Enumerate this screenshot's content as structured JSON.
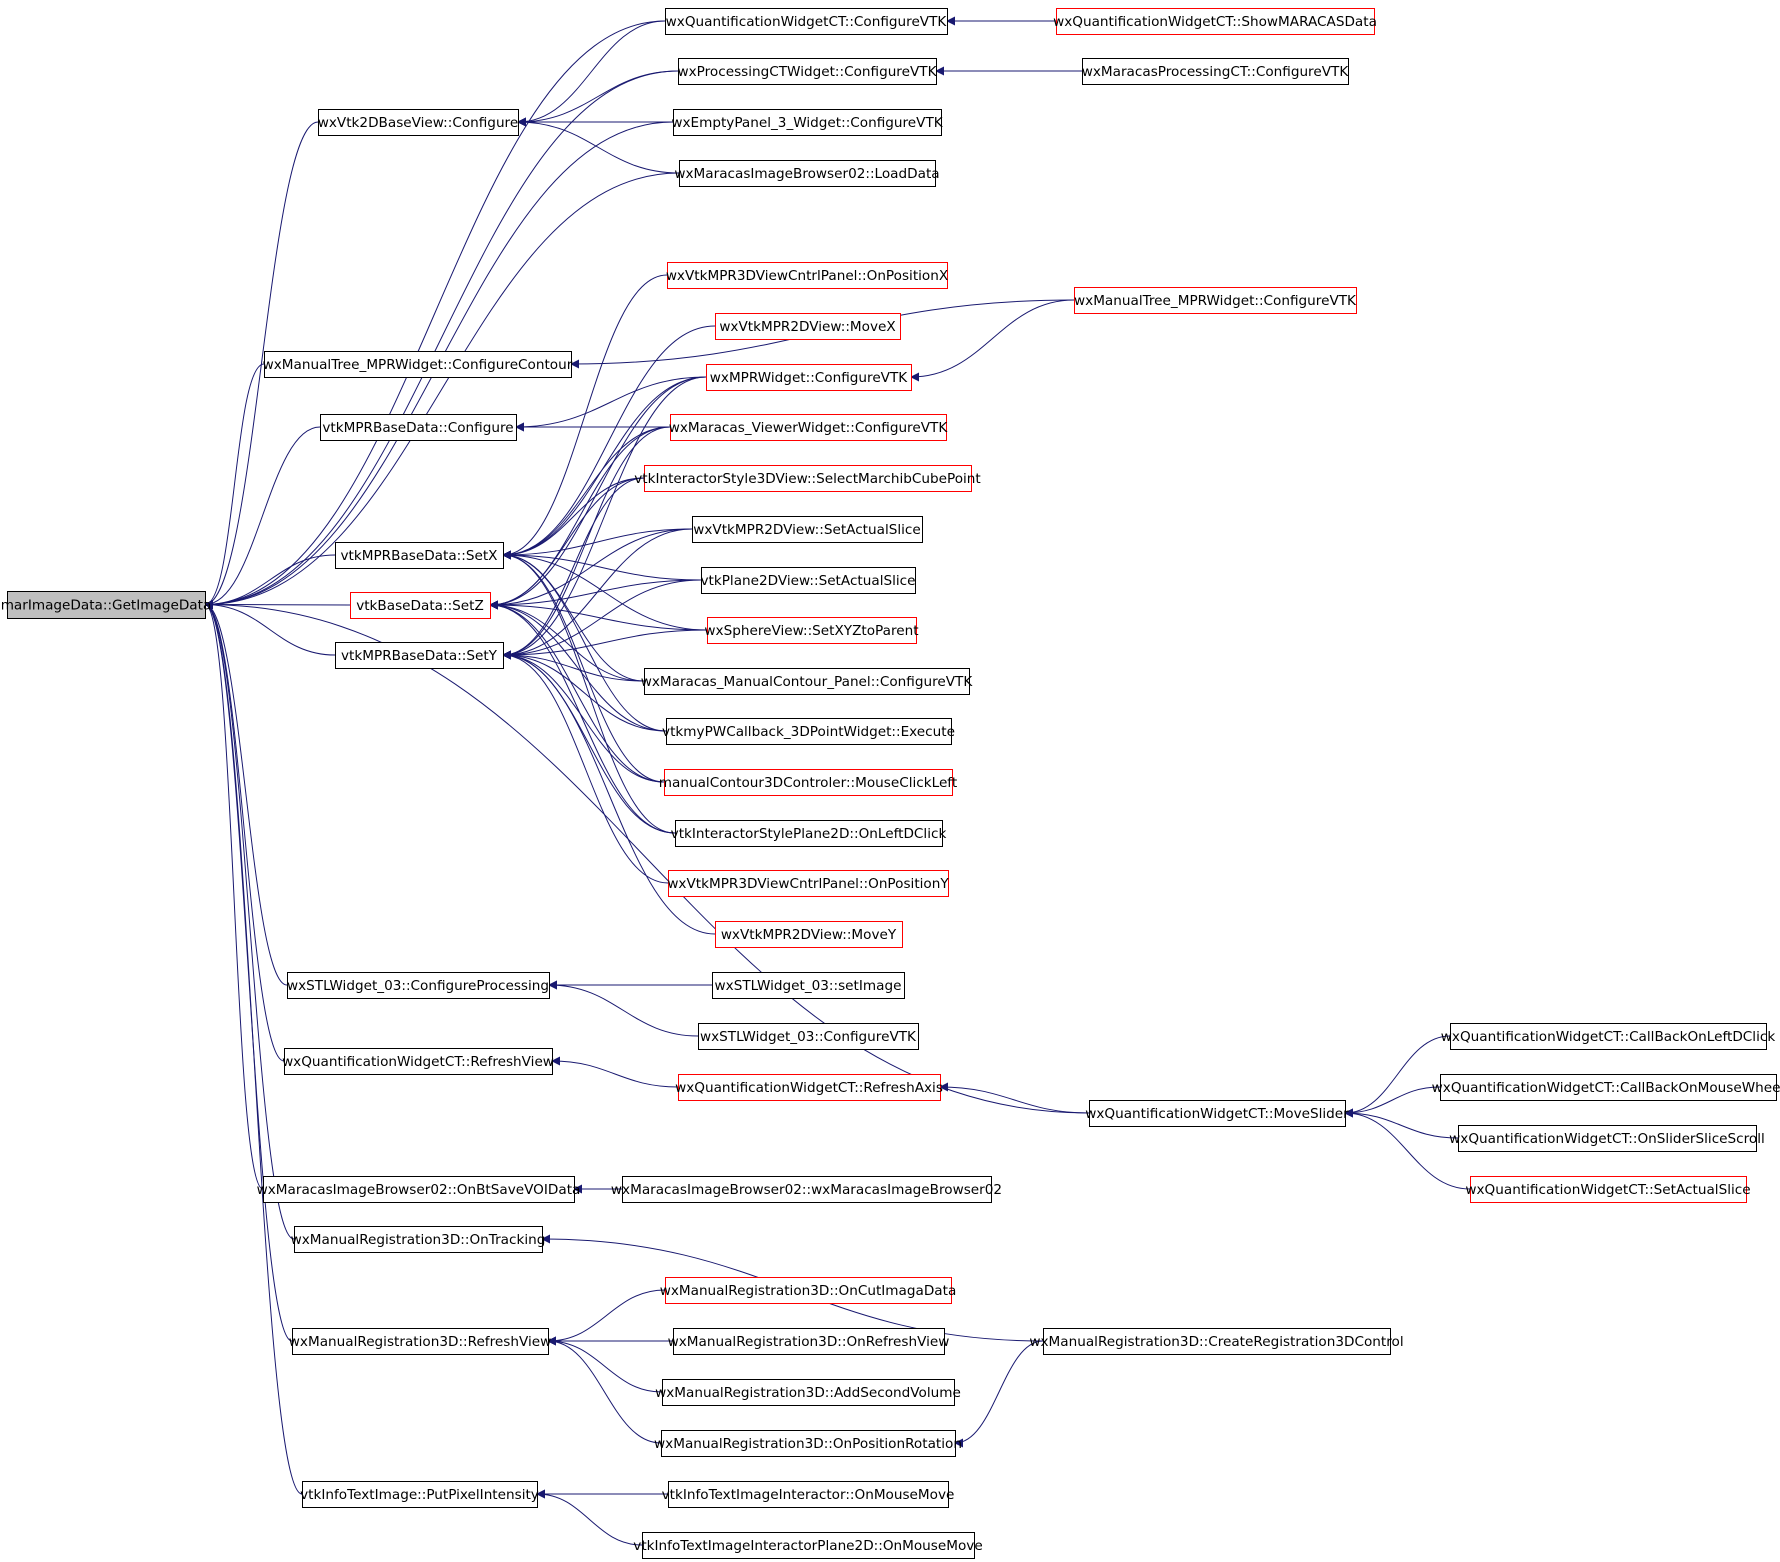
{
  "graph": {
    "colors": {
      "edge": "#191970",
      "normal_border": "#000000",
      "truncated_border": "#ff0000",
      "root_fill": "#bfbfbf",
      "node_fill": "#ffffff"
    },
    "nodes": [
      {
        "id": "n0",
        "label": "marImageData::GetImageData",
        "style": "root"
      },
      {
        "id": "n1",
        "label": "wxQuantificationWidgetCT::ConfigureVTK",
        "style": "normal"
      },
      {
        "id": "n2",
        "label": "wxQuantificationWidgetCT::ShowMARACASData",
        "style": "truncated"
      },
      {
        "id": "n3",
        "label": "wxProcessingCTWidget::ConfigureVTK",
        "style": "normal"
      },
      {
        "id": "n4",
        "label": "wxMaracasProcessingCT::ConfigureVTK",
        "style": "normal"
      },
      {
        "id": "n5",
        "label": "wxVtk2DBaseView::Configure",
        "style": "normal"
      },
      {
        "id": "n6",
        "label": "wxEmptyPanel_3_Widget::ConfigureVTK",
        "style": "normal"
      },
      {
        "id": "n7",
        "label": "wxMaracasImageBrowser02::LoadData",
        "style": "normal"
      },
      {
        "id": "n8",
        "label": "wxVtkMPR3DViewCntrlPanel::OnPositionX",
        "style": "truncated"
      },
      {
        "id": "n9",
        "label": "wxManualTree_MPRWidget::ConfigureVTK",
        "style": "truncated"
      },
      {
        "id": "n10",
        "label": "wxVtkMPR2DView::MoveX",
        "style": "truncated"
      },
      {
        "id": "n11",
        "label": "wxManualTree_MPRWidget::ConfigureContour",
        "style": "normal"
      },
      {
        "id": "n12",
        "label": "wxMPRWidget::ConfigureVTK",
        "style": "truncated"
      },
      {
        "id": "n13",
        "label": "vtkMPRBaseData::Configure",
        "style": "normal"
      },
      {
        "id": "n14",
        "label": "wxMaracas_ViewerWidget::ConfigureVTK",
        "style": "truncated"
      },
      {
        "id": "n15",
        "label": "vtkInteractorStyle3DView::SelectMarchibCubePoint",
        "style": "truncated"
      },
      {
        "id": "n16",
        "label": "vtkMPRBaseData::SetX",
        "style": "normal"
      },
      {
        "id": "n17",
        "label": "wxVtkMPR2DView::SetActualSlice",
        "style": "normal"
      },
      {
        "id": "n18",
        "label": "vtkPlane2DView::SetActualSlice",
        "style": "normal"
      },
      {
        "id": "n19",
        "label": "vtkBaseData::SetZ",
        "style": "truncated"
      },
      {
        "id": "n20",
        "label": "wxSphereView::SetXYZtoParent",
        "style": "truncated"
      },
      {
        "id": "n21",
        "label": "vtkMPRBaseData::SetY",
        "style": "normal"
      },
      {
        "id": "n22",
        "label": "wxMaracas_ManualContour_Panel::ConfigureVTK",
        "style": "normal"
      },
      {
        "id": "n23",
        "label": "vtkmyPWCallback_3DPointWidget::Execute",
        "style": "normal"
      },
      {
        "id": "n24",
        "label": "manualContour3DControler::MouseClickLeft",
        "style": "truncated"
      },
      {
        "id": "n25",
        "label": "vtkInteractorStylePlane2D::OnLeftDClick",
        "style": "normal"
      },
      {
        "id": "n26",
        "label": "wxVtkMPR3DViewCntrlPanel::OnPositionY",
        "style": "truncated"
      },
      {
        "id": "n27",
        "label": "wxVtkMPR2DView::MoveY",
        "style": "truncated"
      },
      {
        "id": "n28",
        "label": "wxSTLWidget_03::ConfigureProcessing",
        "style": "normal"
      },
      {
        "id": "n29",
        "label": "wxSTLWidget_03::setImage",
        "style": "normal"
      },
      {
        "id": "n30",
        "label": "wxSTLWidget_03::ConfigureVTK",
        "style": "normal"
      },
      {
        "id": "n31",
        "label": "wxQuantificationWidgetCT::CallBackOnLeftDClick",
        "style": "normal"
      },
      {
        "id": "n32",
        "label": "wxQuantificationWidgetCT::RefreshView",
        "style": "normal"
      },
      {
        "id": "n33",
        "label": "wxQuantificationWidgetCT::RefreshAxis",
        "style": "truncated"
      },
      {
        "id": "n34",
        "label": "wxQuantificationWidgetCT::CallBackOnMouseWheel",
        "style": "normal"
      },
      {
        "id": "n35",
        "label": "wxQuantificationWidgetCT::MoveSlider",
        "style": "normal"
      },
      {
        "id": "n36",
        "label": "wxQuantificationWidgetCT::OnSliderSliceScroll",
        "style": "normal"
      },
      {
        "id": "n37",
        "label": "wxMaracasImageBrowser02::OnBtSaveVOIData",
        "style": "normal"
      },
      {
        "id": "n38",
        "label": "wxMaracasImageBrowser02::wxMaracasImageBrowser02",
        "style": "normal"
      },
      {
        "id": "n39",
        "label": "wxQuantificationWidgetCT::SetActualSlice",
        "style": "truncated"
      },
      {
        "id": "n40",
        "label": "wxManualRegistration3D::OnTracking",
        "style": "normal"
      },
      {
        "id": "n41",
        "label": "wxManualRegistration3D::OnCutImagaData",
        "style": "truncated"
      },
      {
        "id": "n42",
        "label": "wxManualRegistration3D::RefreshView",
        "style": "normal"
      },
      {
        "id": "n43",
        "label": "wxManualRegistration3D::OnRefreshView",
        "style": "normal"
      },
      {
        "id": "n44",
        "label": "wxManualRegistration3D::CreateRegistration3DControl",
        "style": "normal"
      },
      {
        "id": "n45",
        "label": "wxManualRegistration3D::AddSecondVolume",
        "style": "normal"
      },
      {
        "id": "n46",
        "label": "wxManualRegistration3D::OnPositionRotation",
        "style": "normal"
      },
      {
        "id": "n47",
        "label": "vtkInfoTextImage::PutPixelIntensity",
        "style": "normal"
      },
      {
        "id": "n48",
        "label": "vtkInfoTextImageInteractor::OnMouseMove",
        "style": "normal"
      },
      {
        "id": "n49",
        "label": "vtkInfoTextImageInteractorPlane2D::OnMouseMove",
        "style": "normal"
      }
    ],
    "edges": [
      {
        "from": "n1",
        "to": "n0"
      },
      {
        "from": "n3",
        "to": "n0"
      },
      {
        "from": "n5",
        "to": "n0"
      },
      {
        "from": "n6",
        "to": "n0"
      },
      {
        "from": "n7",
        "to": "n0"
      },
      {
        "from": "n11",
        "to": "n0"
      },
      {
        "from": "n13",
        "to": "n0"
      },
      {
        "from": "n16",
        "to": "n0"
      },
      {
        "from": "n19",
        "to": "n0"
      },
      {
        "from": "n21",
        "to": "n0"
      },
      {
        "from": "n28",
        "to": "n0"
      },
      {
        "from": "n32",
        "to": "n0"
      },
      {
        "from": "n35",
        "to": "n0"
      },
      {
        "from": "n37",
        "to": "n0"
      },
      {
        "from": "n40",
        "to": "n0"
      },
      {
        "from": "n42",
        "to": "n0"
      },
      {
        "from": "n47",
        "to": "n0"
      },
      {
        "from": "n2",
        "to": "n1"
      },
      {
        "from": "n4",
        "to": "n3"
      },
      {
        "from": "n1",
        "to": "n5"
      },
      {
        "from": "n3",
        "to": "n5"
      },
      {
        "from": "n6",
        "to": "n5"
      },
      {
        "from": "n7",
        "to": "n5"
      },
      {
        "from": "n9",
        "to": "n11"
      },
      {
        "from": "n9",
        "to": "n12"
      },
      {
        "from": "n12",
        "to": "n13"
      },
      {
        "from": "n14",
        "to": "n13"
      },
      {
        "from": "n8",
        "to": "n16"
      },
      {
        "from": "n10",
        "to": "n16"
      },
      {
        "from": "n12",
        "to": "n16"
      },
      {
        "from": "n14",
        "to": "n16"
      },
      {
        "from": "n15",
        "to": "n16"
      },
      {
        "from": "n17",
        "to": "n16"
      },
      {
        "from": "n18",
        "to": "n16"
      },
      {
        "from": "n20",
        "to": "n16"
      },
      {
        "from": "n22",
        "to": "n16"
      },
      {
        "from": "n23",
        "to": "n16"
      },
      {
        "from": "n24",
        "to": "n16"
      },
      {
        "from": "n25",
        "to": "n16"
      },
      {
        "from": "n12",
        "to": "n19"
      },
      {
        "from": "n14",
        "to": "n19"
      },
      {
        "from": "n15",
        "to": "n19"
      },
      {
        "from": "n17",
        "to": "n19"
      },
      {
        "from": "n18",
        "to": "n19"
      },
      {
        "from": "n20",
        "to": "n19"
      },
      {
        "from": "n22",
        "to": "n19"
      },
      {
        "from": "n23",
        "to": "n19"
      },
      {
        "from": "n24",
        "to": "n19"
      },
      {
        "from": "n25",
        "to": "n19"
      },
      {
        "from": "n12",
        "to": "n21"
      },
      {
        "from": "n14",
        "to": "n21"
      },
      {
        "from": "n15",
        "to": "n21"
      },
      {
        "from": "n17",
        "to": "n21"
      },
      {
        "from": "n18",
        "to": "n21"
      },
      {
        "from": "n20",
        "to": "n21"
      },
      {
        "from": "n22",
        "to": "n21"
      },
      {
        "from": "n23",
        "to": "n21"
      },
      {
        "from": "n24",
        "to": "n21"
      },
      {
        "from": "n25",
        "to": "n21"
      },
      {
        "from": "n26",
        "to": "n21"
      },
      {
        "from": "n27",
        "to": "n21"
      },
      {
        "from": "n29",
        "to": "n28"
      },
      {
        "from": "n30",
        "to": "n28"
      },
      {
        "from": "n33",
        "to": "n32"
      },
      {
        "from": "n35",
        "to": "n33"
      },
      {
        "from": "n31",
        "to": "n35"
      },
      {
        "from": "n34",
        "to": "n35"
      },
      {
        "from": "n36",
        "to": "n35"
      },
      {
        "from": "n39",
        "to": "n35"
      },
      {
        "from": "n38",
        "to": "n37"
      },
      {
        "from": "n44",
        "to": "n40"
      },
      {
        "from": "n41",
        "to": "n42"
      },
      {
        "from": "n43",
        "to": "n42"
      },
      {
        "from": "n45",
        "to": "n42"
      },
      {
        "from": "n46",
        "to": "n42"
      },
      {
        "from": "n44",
        "to": "n46"
      },
      {
        "from": "n48",
        "to": "n47"
      },
      {
        "from": "n49",
        "to": "n47"
      }
    ]
  }
}
